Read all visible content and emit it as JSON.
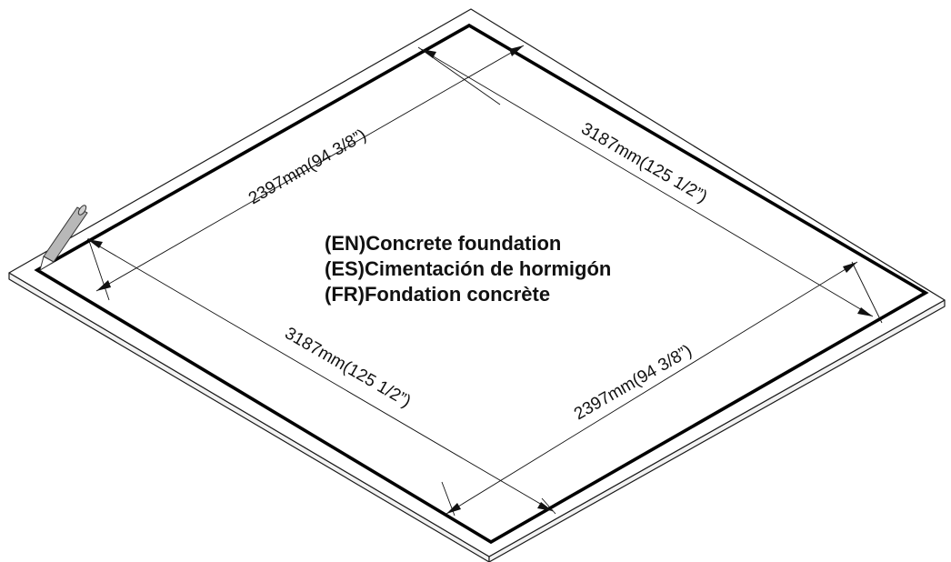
{
  "labels": {
    "title_en": "(EN)Concrete foundation",
    "title_es": "(ES)Cimentación de hormigón",
    "title_fr": "(FR)Fondation concrète"
  },
  "dimensions": {
    "top_left_side": "2397mm(94 3/8”)",
    "top_right_side": "3187mm(125 1/2”)",
    "bottom_left_side": "3187mm(125 1/2”)",
    "bottom_right_side": "2397mm(94 3/8”)"
  },
  "icons": [
    "pencil-icon"
  ]
}
